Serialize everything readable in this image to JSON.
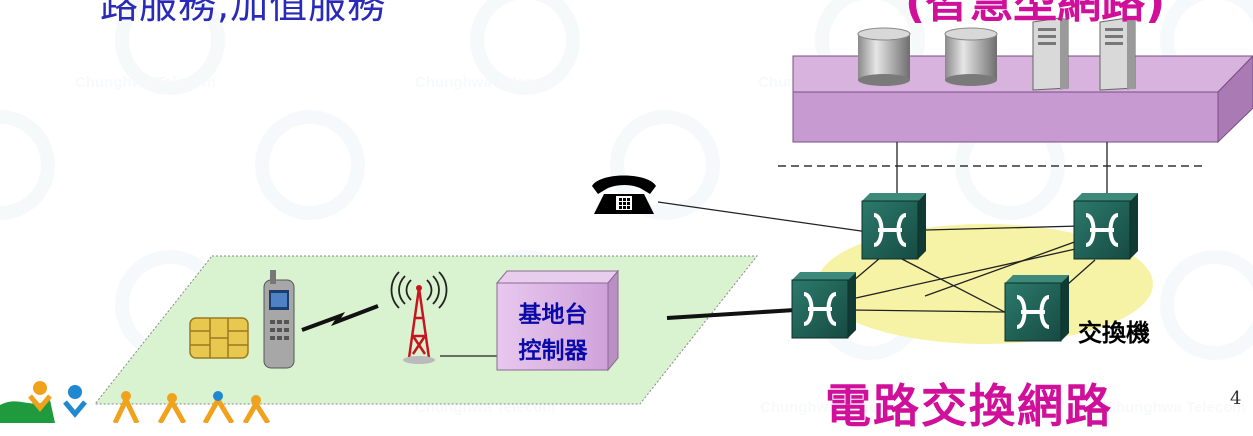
{
  "texts": {
    "top_left": "路服務,加值服務",
    "top_right": "(智慧型網路)",
    "switch_label": "交換機",
    "bsc_line1": "基地台",
    "bsc_line2": "控制器",
    "network_title": "電路交換網路",
    "slide_number": "4",
    "watermark": "Chunghwa Telecom"
  },
  "colors": {
    "title_magenta": "#d0109a",
    "top_text_blue": "#2a2ab8",
    "platform_purple": "#c79bd1",
    "switch_teal": "#1f5f55",
    "ellipse_yellow": "#f7f3a6",
    "area_green": "#d9f2cf"
  },
  "icons": [
    "database-icon",
    "server-icon",
    "telephone-icon",
    "switch-icon",
    "mobile-phone-icon",
    "sim-card-icon",
    "antenna-tower-icon",
    "logo-figures"
  ]
}
